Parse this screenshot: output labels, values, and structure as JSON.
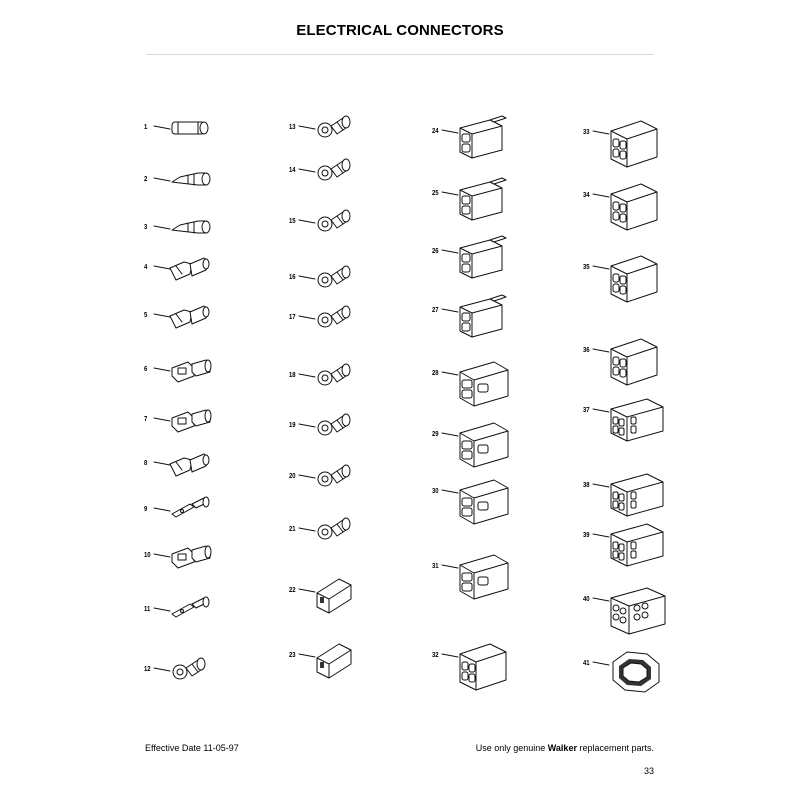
{
  "page": {
    "title": "ELECTRICAL CONNECTORS",
    "footer": {
      "effective_date": "Effective Date 11-05-97",
      "notice_prefix": "Use only genuine ",
      "notice_brand": "Walker",
      "notice_suffix": " replacement parts.",
      "page_number": "33"
    }
  },
  "parts": [
    {
      "number": "1",
      "icon": "fuse-icon"
    },
    {
      "number": "2",
      "icon": "bullet-terminal-icon"
    },
    {
      "number": "3",
      "icon": "bullet-terminal-icon"
    },
    {
      "number": "4",
      "icon": "female-spade-terminal-icon"
    },
    {
      "number": "5",
      "icon": "female-spade-terminal-icon"
    },
    {
      "number": "6",
      "icon": "insulated-female-terminal-icon"
    },
    {
      "number": "7",
      "icon": "insulated-female-terminal-icon"
    },
    {
      "number": "8",
      "icon": "female-spade-terminal-icon"
    },
    {
      "number": "9",
      "icon": "male-spade-terminal-icon"
    },
    {
      "number": "10",
      "icon": "insulated-female-terminal-icon"
    },
    {
      "number": "11",
      "icon": "male-spade-terminal-icon"
    },
    {
      "number": "12",
      "icon": "ring-terminal-icon"
    },
    {
      "number": "13",
      "icon": "ring-terminal-icon"
    },
    {
      "number": "14",
      "icon": "ring-terminal-icon"
    },
    {
      "number": "15",
      "icon": "ring-terminal-icon"
    },
    {
      "number": "16",
      "icon": "ring-terminal-icon"
    },
    {
      "number": "17",
      "icon": "ring-terminal-icon"
    },
    {
      "number": "18",
      "icon": "ring-terminal-icon"
    },
    {
      "number": "19",
      "icon": "ring-terminal-icon"
    },
    {
      "number": "20",
      "icon": "ring-terminal-icon"
    },
    {
      "number": "21",
      "icon": "ring-terminal-icon"
    },
    {
      "number": "22",
      "icon": "single-connector-housing-icon"
    },
    {
      "number": "23",
      "icon": "single-connector-housing-icon"
    },
    {
      "number": "24",
      "icon": "two-way-connector-icon"
    },
    {
      "number": "25",
      "icon": "two-way-connector-icon"
    },
    {
      "number": "26",
      "icon": "two-way-connector-icon"
    },
    {
      "number": "27",
      "icon": "two-way-connector-icon"
    },
    {
      "number": "28",
      "icon": "three-way-connector-icon"
    },
    {
      "number": "29",
      "icon": "three-way-connector-icon"
    },
    {
      "number": "30",
      "icon": "three-way-connector-icon"
    },
    {
      "number": "31",
      "icon": "three-way-connector-icon"
    },
    {
      "number": "32",
      "icon": "four-way-connector-icon"
    },
    {
      "number": "33",
      "icon": "four-way-connector-icon"
    },
    {
      "number": "34",
      "icon": "four-way-connector-icon"
    },
    {
      "number": "35",
      "icon": "four-way-connector-icon"
    },
    {
      "number": "36",
      "icon": "four-way-connector-icon"
    },
    {
      "number": "37",
      "icon": "six-way-connector-icon"
    },
    {
      "number": "38",
      "icon": "six-way-connector-icon"
    },
    {
      "number": "39",
      "icon": "six-way-connector-icon"
    },
    {
      "number": "40",
      "icon": "eight-way-connector-icon"
    },
    {
      "number": "41",
      "icon": "multi-way-connector-icon"
    }
  ]
}
